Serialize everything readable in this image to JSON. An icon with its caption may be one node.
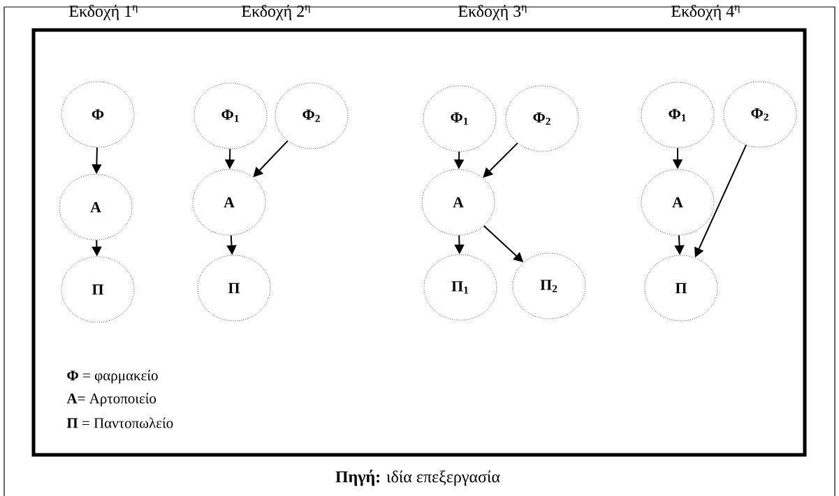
{
  "diagram": {
    "caption": "**Πηγή:** ιδία επεξεργασία",
    "nodes": [
      {
        "text": [
          "Φ"
        ]
      },
      {
        "text": [
          "Α"
        ]
      },
      {
        "text": [
          "Π"
        ]
      },
      {
        "text": [
          "Φ$_{1}$"
        ]
      },
      {
        "text": [
          "Φ$_{2}$"
        ]
      },
      {
        "text": [
          "Α"
        ]
      },
      {
        "text": [
          "Π"
        ]
      },
      {
        "text": [
          "Φ$_{1}$"
        ]
      },
      {
        "text": [
          "Φ$_{2}$"
        ]
      },
      {
        "text": [
          "Α"
        ]
      },
      {
        "text": [
          "Π$_{1}$"
        ]
      },
      {
        "text": [
          "Π$_{2}$"
        ]
      },
      {
        "text": [
          "Φ$_{1}$"
        ]
      },
      {
        "text": [
          "Φ$_{2}$"
        ]
      },
      {
        "text": [
          "Α"
        ]
      },
      {
        "text": [
          "Π"
        ]
      }
    ],
    "edges": [
      {
        "from": 0,
        "to": 1,
        "arrow": "to"
      },
      {
        "from": 1,
        "to": 2,
        "arrow": "to"
      },
      {
        "from": 3,
        "to": 5,
        "arrow": "to"
      },
      {
        "from": 4,
        "to": 5,
        "arrow": "to"
      },
      {
        "from": 5,
        "to": 6,
        "arrow": "to"
      },
      {
        "from": 7,
        "to": 9,
        "arrow": "to"
      },
      {
        "from": 8,
        "to": 9,
        "arrow": "to"
      },
      {
        "from": 9,
        "to": 10,
        "arrow": "to"
      },
      {
        "from": 9,
        "to": 11,
        "arrow": "to"
      },
      {
        "from": 12,
        "to": 14,
        "arrow": "to"
      },
      {
        "from": 14,
        "to": 15,
        "arrow": "to"
      },
      {
        "from": 13,
        "to": 15,
        "arrow": "to"
      }
    ],
    "labels": [
      "Εκδοχή 1$^{η}$",
      "Εκδοχή 2$^{η}$",
      "Εκδοχή 3$^{η}$",
      "Εκδοχή 4$^{η}$",
      "**Φ** = φαρμακείο",
      "**Α**= Αρτοποιείο",
      "**Π** = Παντοπωλείο"
    ]
  }
}
